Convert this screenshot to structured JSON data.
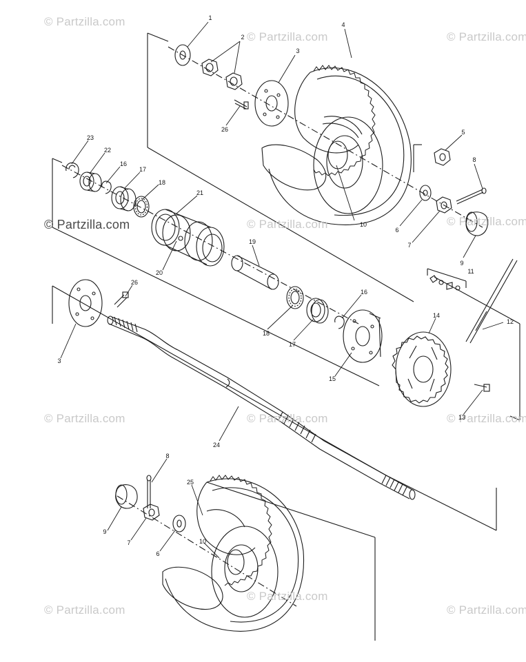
{
  "watermarks": [
    "© Partzilla.com",
    "© Partzilla.com",
    "© Partzilla.com",
    "© Partzilla.com",
    "© Partzilla.com",
    "© Partzilla.com",
    "© Partzilla.com",
    "© Partzilla.com",
    "© Partzilla.com",
    "© Partzilla.com",
    "© Partzilla.com",
    "© Partzilla.com"
  ],
  "callouts": [
    "1",
    "2",
    "3",
    "4",
    "26",
    "5",
    "8",
    "23",
    "22",
    "16",
    "17",
    "18",
    "21",
    "6",
    "7",
    "10",
    "9",
    "11",
    "20",
    "19",
    "12",
    "26",
    "16",
    "18",
    "17",
    "14",
    "3",
    "15",
    "13",
    "24",
    "8",
    "25",
    "9",
    "7",
    "6",
    "10"
  ],
  "colors": {
    "line": "#1a1a1a",
    "watermark": "#c9c9c9"
  }
}
